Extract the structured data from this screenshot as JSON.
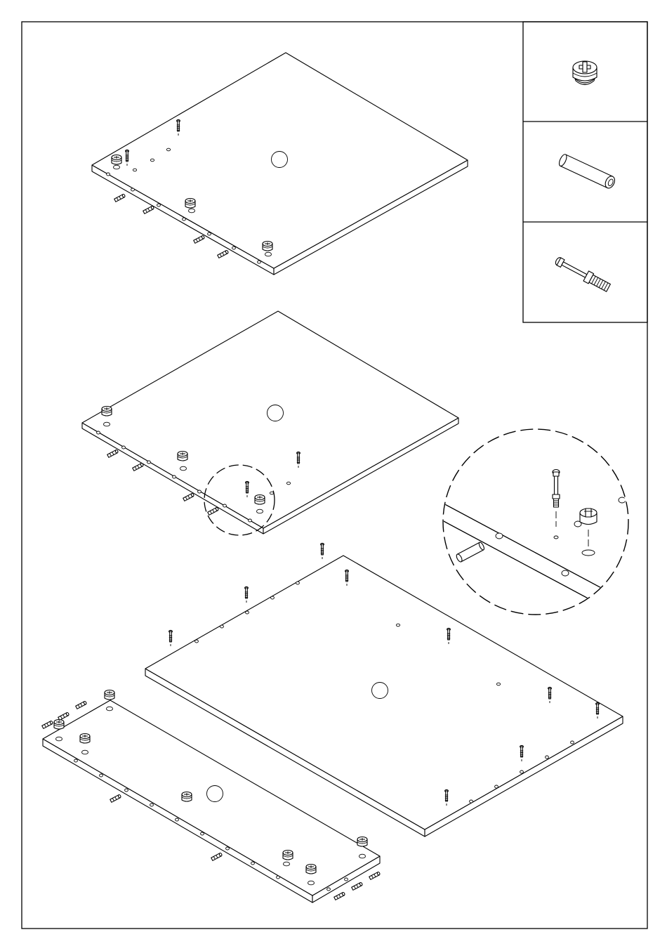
{
  "diagram": {
    "title": "",
    "hardware_legend": [
      {
        "name": "cam-lock-icon"
      },
      {
        "name": "wooden-dowel-icon"
      },
      {
        "name": "cam-bolt-icon"
      }
    ],
    "panels": [
      {
        "name": "top-panel",
        "marker": "circle"
      },
      {
        "name": "shelf-panel",
        "marker": "circle"
      },
      {
        "name": "back-panel",
        "marker": "circle"
      },
      {
        "name": "side-panel",
        "marker": "circle"
      }
    ],
    "detail_view": {
      "name": "cam-lock-detail-view",
      "style": "dashed-circle"
    },
    "colors": {
      "line": "#000000",
      "background": "#ffffff"
    }
  }
}
